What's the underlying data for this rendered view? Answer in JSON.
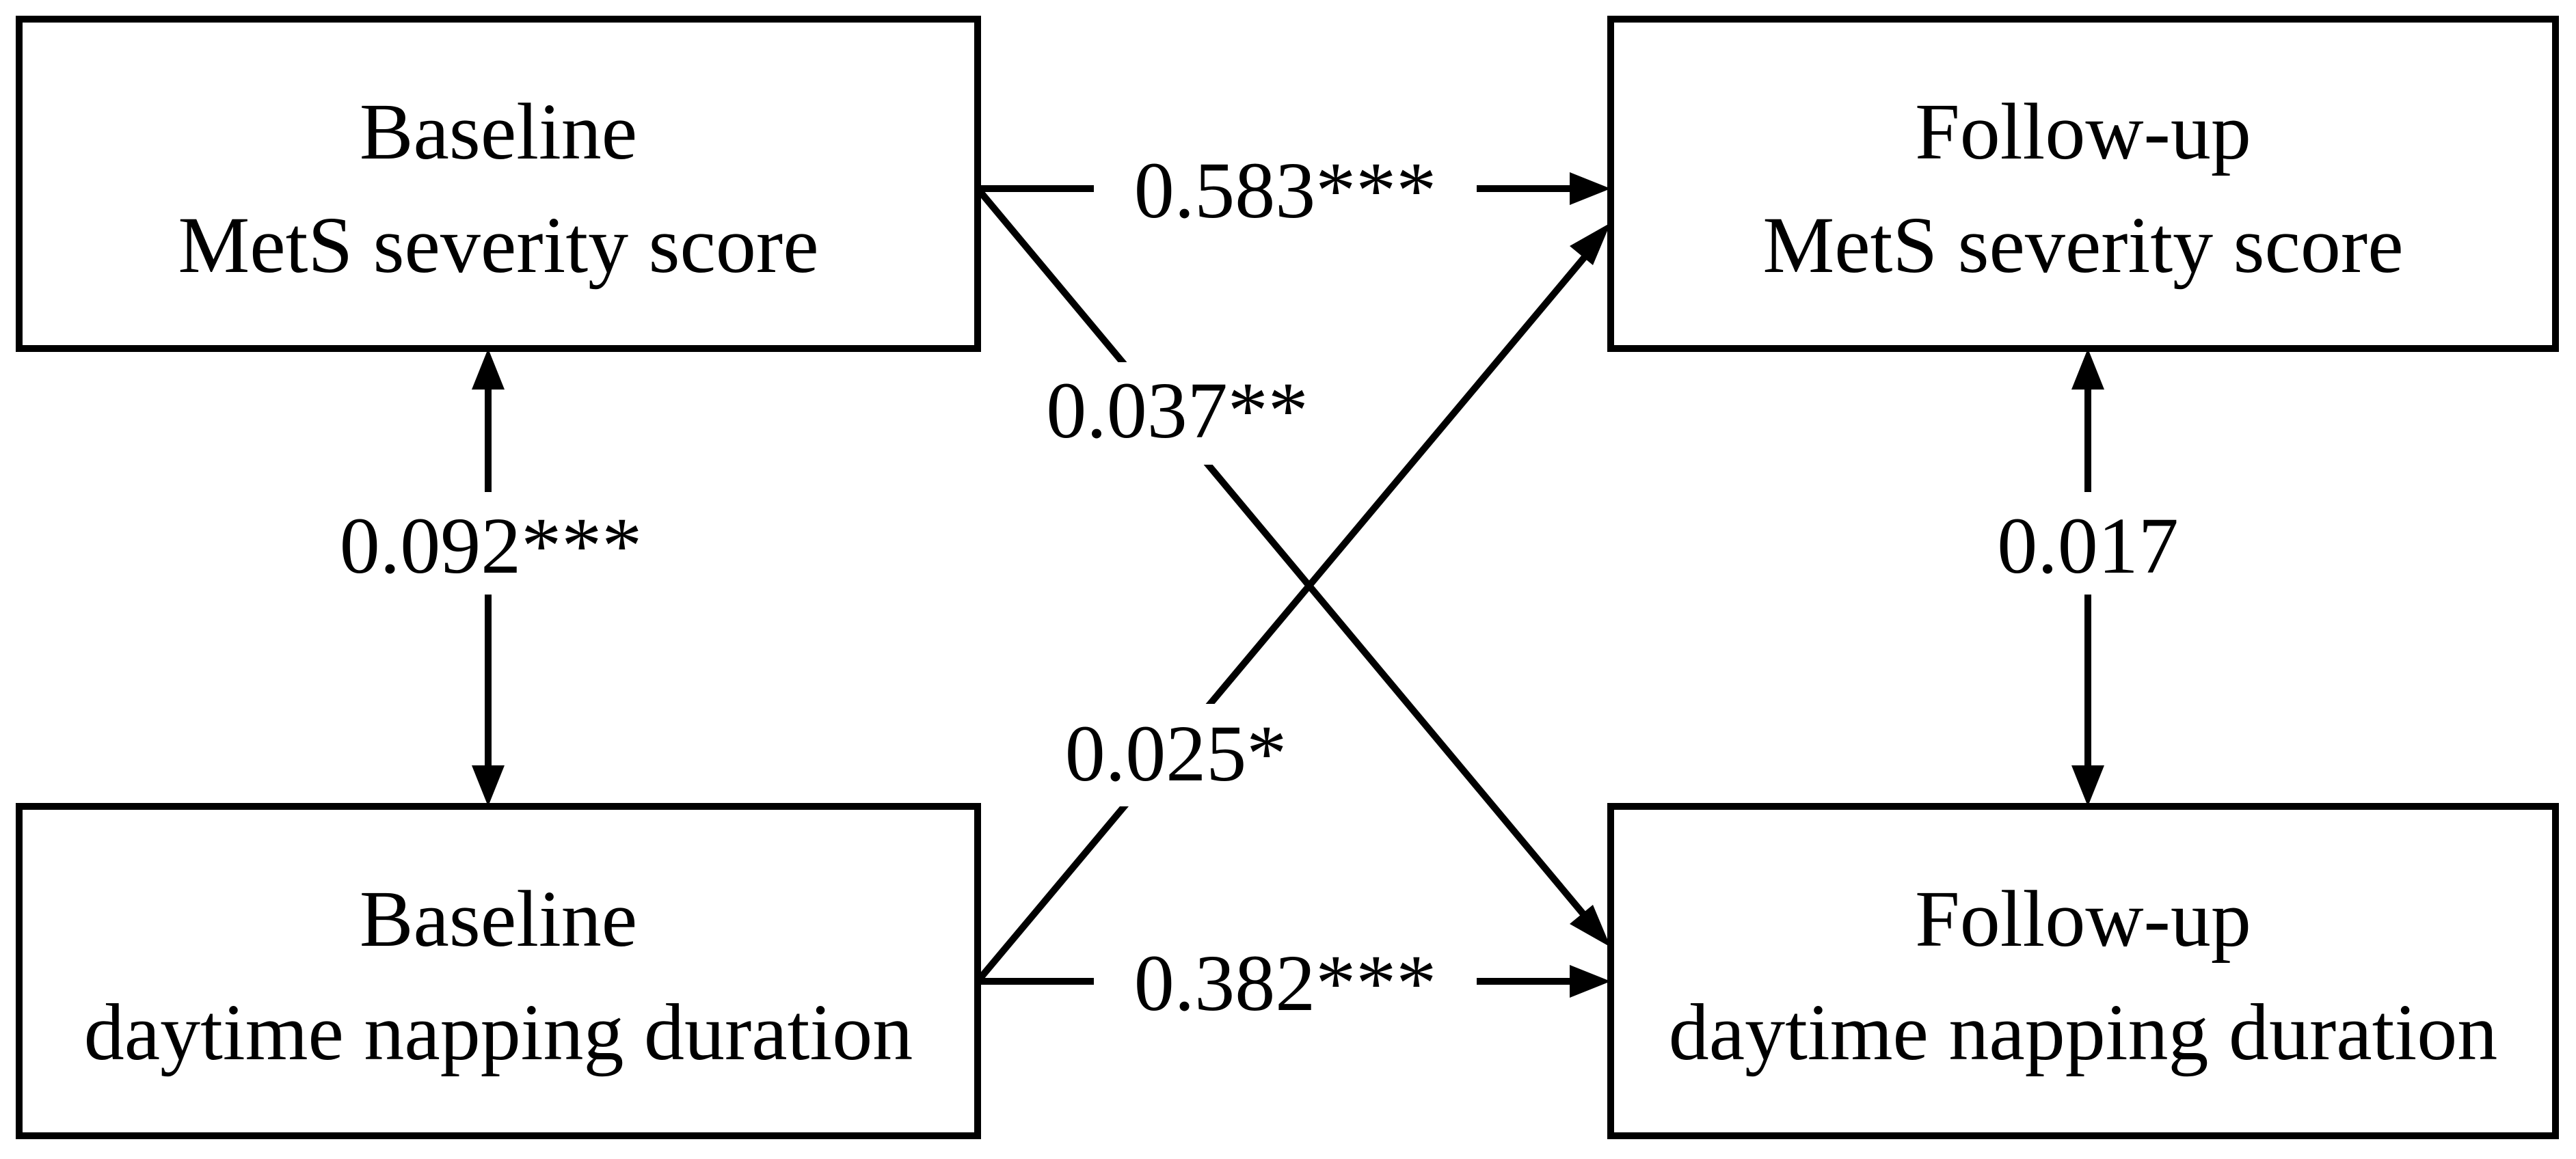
{
  "diagram": {
    "nodes": {
      "baseline_mets": {
        "line1": "Baseline",
        "line2": "MetS severity score"
      },
      "followup_mets": {
        "line1": "Follow-up",
        "line2": "MetS severity score"
      },
      "baseline_nap": {
        "line1": "Baseline",
        "line2": "daytime napping duration"
      },
      "followup_nap": {
        "line1": "Follow-up",
        "line2": "daytime napping duration"
      }
    },
    "edges": {
      "mets_to_mets": "0.583***",
      "mets_to_nap": "0.037**",
      "baseline_corr": "0.092***",
      "nap_to_mets": "0.025*",
      "followup_corr": "0.017",
      "nap_to_nap": "0.382***"
    },
    "colors": {
      "stroke": "#000000",
      "background": "#ffffff"
    }
  }
}
